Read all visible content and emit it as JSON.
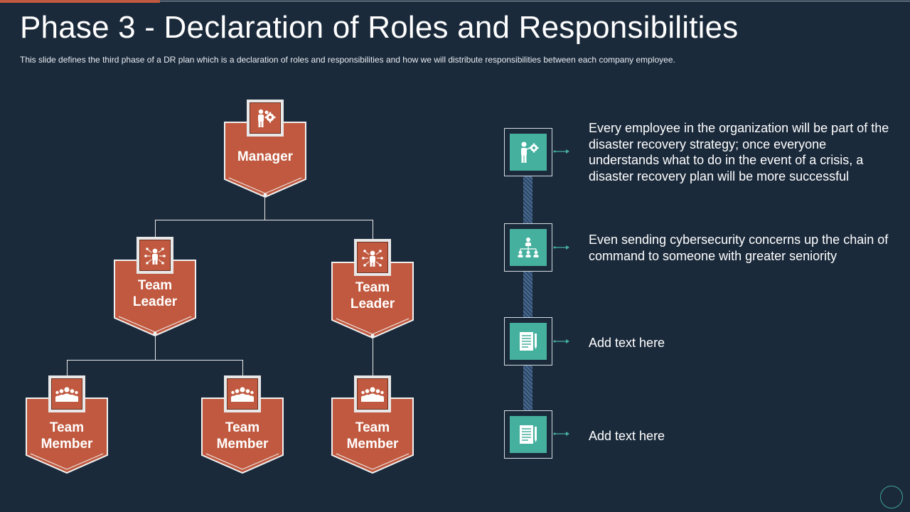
{
  "slide": {
    "title": "Phase 3 - Declaration of Roles and Responsibilities",
    "subtitle": "This slide defines the third phase of a DR plan which is a declaration of roles and responsibilities and how we will distribute responsibilities between each company employee."
  },
  "org_chart": {
    "manager": {
      "label": "Manager",
      "icon": "manager-gear-icon"
    },
    "team_leaders": [
      {
        "label": "Team\nLeader",
        "icon": "team-leader-network-icon"
      },
      {
        "label": "Team\nLeader",
        "icon": "team-leader-network-icon"
      }
    ],
    "team_members": [
      {
        "label": "Team\nMember",
        "icon": "group-people-icon"
      },
      {
        "label": "Team\nMember",
        "icon": "group-people-icon"
      },
      {
        "label": "Team\nMember",
        "icon": "group-people-icon"
      }
    ]
  },
  "timeline": [
    {
      "icon": "presenter-gear-icon",
      "text": "Every employee in the organization will be part of the disaster recovery strategy; once everyone understands what to do in the event of a crisis, a disaster recovery plan will be more successful"
    },
    {
      "icon": "hierarchy-icon",
      "text": "Even sending cybersecurity concerns up the chain of command to someone with greater seniority"
    },
    {
      "icon": "document-pen-icon",
      "text": "Add text here"
    },
    {
      "icon": "document-pen-icon",
      "text": "Add text here"
    }
  ],
  "colors": {
    "background": "#1b2a3b",
    "accent_orange": "#c0593f",
    "accent_teal": "#45b09e",
    "text": "#ffffff"
  }
}
